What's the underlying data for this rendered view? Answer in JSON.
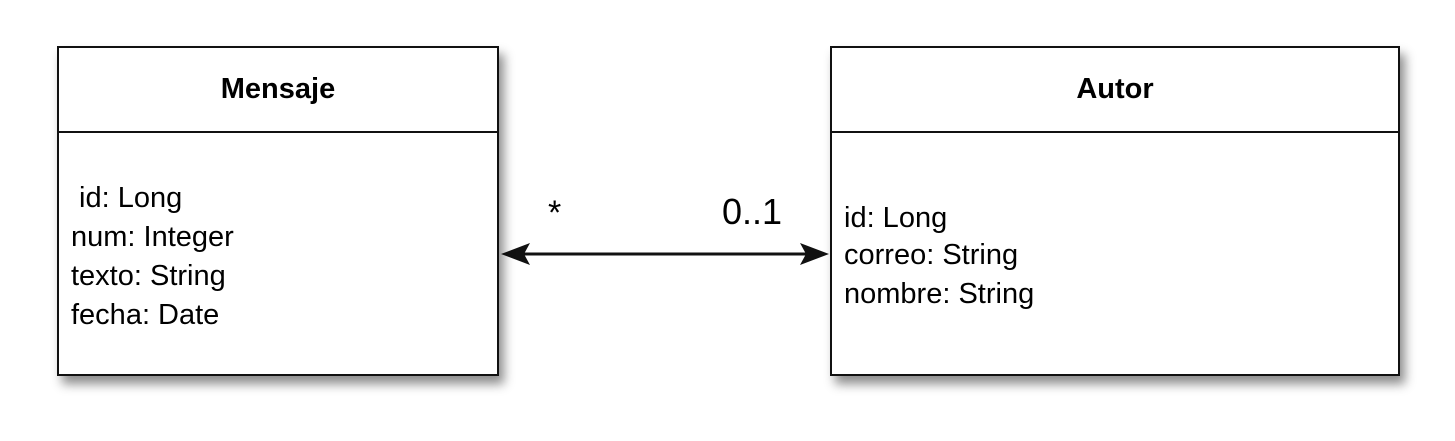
{
  "classes": {
    "mensaje": {
      "name": "Mensaje",
      "attributes": [
        " id: Long",
        "num: Integer",
        "texto: String",
        "fecha: Date"
      ]
    },
    "autor": {
      "name": "Autor",
      "attributes": [
        "id: Long",
        "correo: String",
        "nombre: String"
      ]
    }
  },
  "association": {
    "left_multiplicity": "*",
    "right_multiplicity": "0..1",
    "navigability": "bidirectional"
  },
  "colors": {
    "stroke": "#111111",
    "background": "#ffffff"
  }
}
